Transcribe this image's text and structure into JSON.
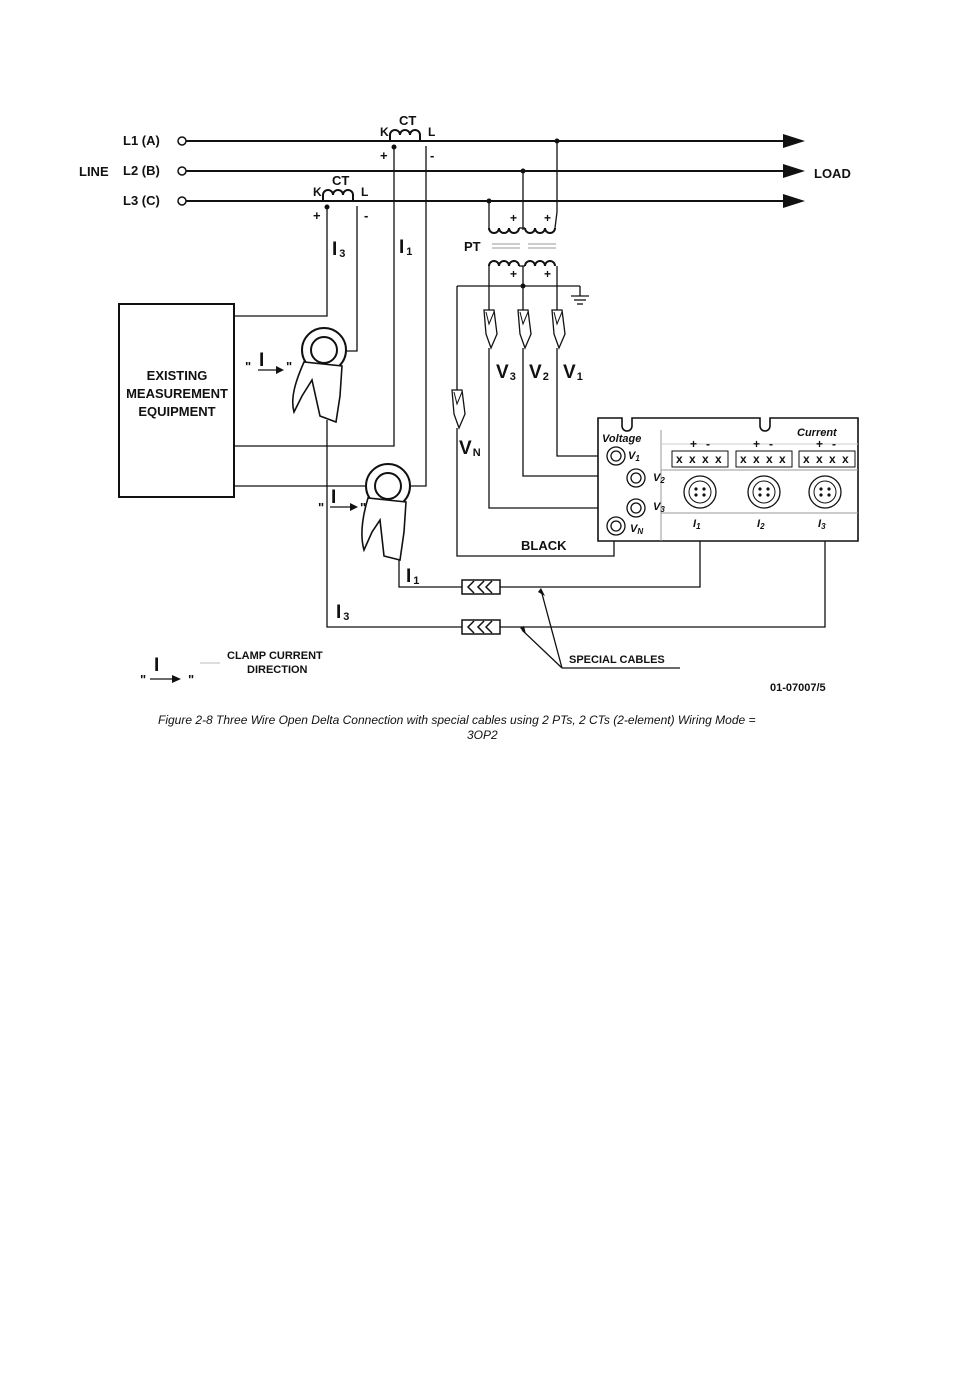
{
  "lines": {
    "line_label": "LINE",
    "l1": "L1 (A)",
    "l2": "L2 (B)",
    "l3": "L3 (C)",
    "load": "LOAD"
  },
  "ct": {
    "label": "CT",
    "k": "K",
    "l": "L",
    "plus": "+",
    "minus": "-"
  },
  "pt": {
    "label": "PT"
  },
  "currents": {
    "i1": "I",
    "i1_sub": "1",
    "i3": "I",
    "i3_sub": "3"
  },
  "voltages": {
    "v1": "V",
    "v1_sub": "1",
    "v2": "V",
    "v2_sub": "2",
    "v3": "V",
    "v3_sub": "3",
    "vn": "V",
    "vn_sub": "N"
  },
  "existing_equipment": [
    "EXISTING",
    "MEASUREMENT",
    "EQUIPMENT"
  ],
  "clamp_label": "I",
  "instrument": {
    "voltage": "Voltage",
    "current": "Current",
    "v1": "V",
    "v1_sub": "1",
    "v2": "V",
    "v2_sub": "2",
    "v3": "V",
    "v3_sub": "3",
    "vn": "V",
    "vn_sub": "N",
    "i1": "I",
    "i1_sub": "1",
    "i2": "I",
    "i2_sub": "2",
    "i3": "I",
    "i3_sub": "3",
    "polarity_plus": "+",
    "polarity_minus": "-",
    "terminal_mark": "x"
  },
  "black_label": "BLACK",
  "special_cables": "SPECIAL CABLES",
  "legend": [
    "CLAMP  CURRENT",
    "DIRECTION"
  ],
  "legend_symbol": "I",
  "quote": "\"",
  "drawing_number": "01-07007/5",
  "caption_line1": "Figure 2-8   Three Wire Open Delta Connection with special cables using 2 PTs, 2 CTs (2-element) Wiring Mode =",
  "caption_line2": "3OP2"
}
